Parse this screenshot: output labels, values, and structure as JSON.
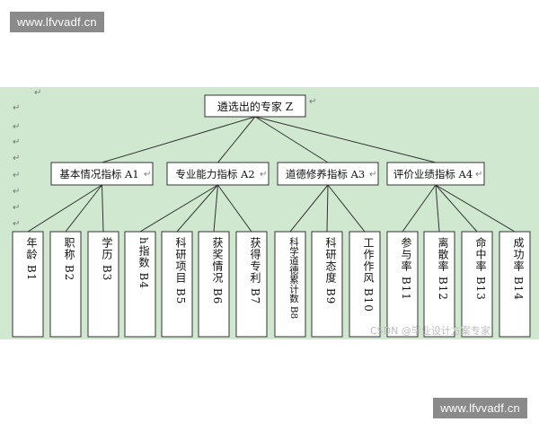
{
  "watermark_top": "www.lfvvadf.cn",
  "watermark_bottom": "www.lfvvadf.cn",
  "csdn_watermark": "CSDN @毕业设计方案专家",
  "return_mark": "↵",
  "root": "遴选出的专家 Z",
  "categories": [
    {
      "label": "基本情况指标 A1",
      "leaves": [
        "年龄 B1",
        "职称 B2",
        "学历 B3"
      ]
    },
    {
      "label": "专业能力指标 A2",
      "leaves": [
        "h指数 B4",
        "科研项目 B5",
        "获奖情况 B6",
        "获得专利 B7"
      ]
    },
    {
      "label": "道德修养指标 A3",
      "leaves": [
        "科学道德累计数 B8",
        "科研态度 B9",
        "工作作风 B10"
      ]
    },
    {
      "label": "评价业绩指标 A4",
      "leaves": [
        "参与率 B11",
        "离散率 B12",
        "命中率 B13",
        "成功率 B14"
      ]
    }
  ]
}
